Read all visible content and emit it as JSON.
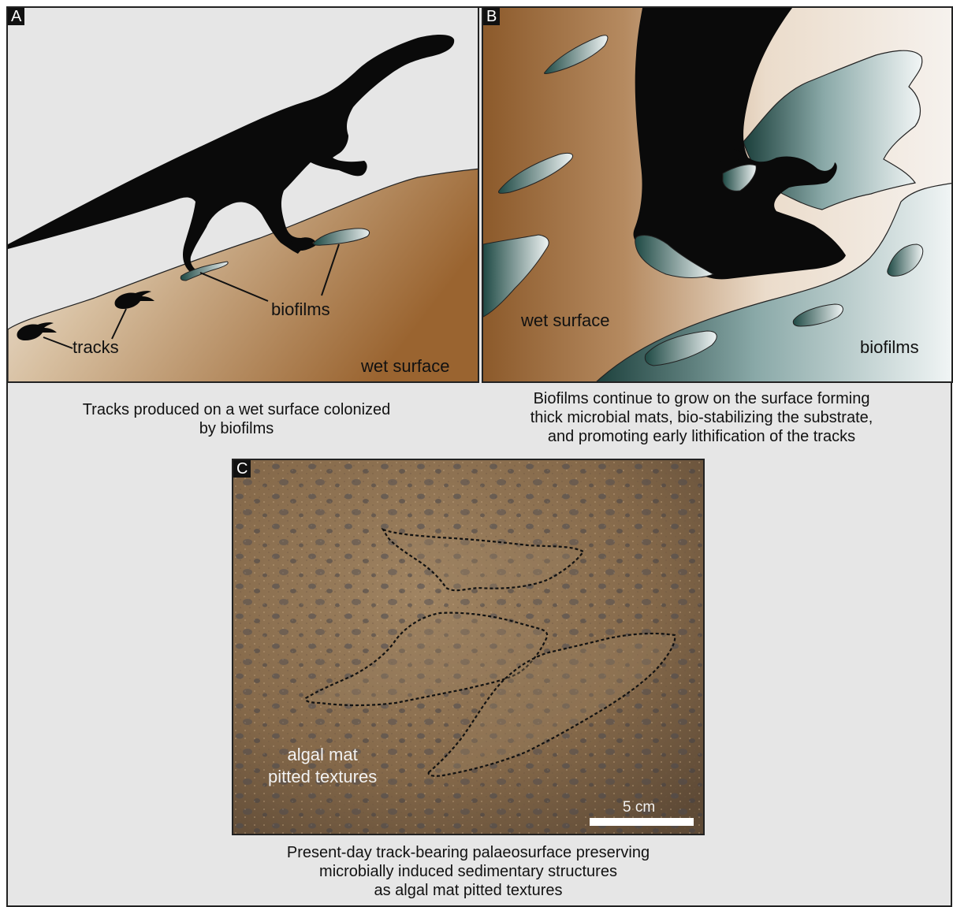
{
  "panels": {
    "a": {
      "letter": "A",
      "labels": {
        "tracks": "tracks",
        "biofilms": "biofilms",
        "wet_surface": "wet surface"
      },
      "caption": [
        "Tracks produced on a wet surface colonized",
        "by biofilms"
      ]
    },
    "b": {
      "letter": "B",
      "labels": {
        "wet_surface": "wet surface",
        "biofilms": "biofilms"
      },
      "caption": [
        "Biofilms continue to grow on the surface forming",
        "thick microbial mats, bio-stabilizing the substrate,",
        "and promoting early lithification of the tracks"
      ]
    },
    "c": {
      "letter": "C",
      "labels": {
        "algal_mat": [
          "algal mat",
          "pitted textures"
        ],
        "scale": "5 cm"
      },
      "caption": [
        "Present-day track-bearing palaeosurface preserving",
        "microbially induced sedimentary structures",
        "as algal mat pitted textures"
      ]
    }
  },
  "colors": {
    "sky": "#e6e6e6",
    "sediment_light": "#f2ece4",
    "sediment_dark": "#8c5a2b",
    "biofilm_dark": "#1f4a45",
    "biofilm_light": "#eef3f3",
    "silhouette": "#0a0a0a",
    "rock": "#8a6e4e"
  }
}
